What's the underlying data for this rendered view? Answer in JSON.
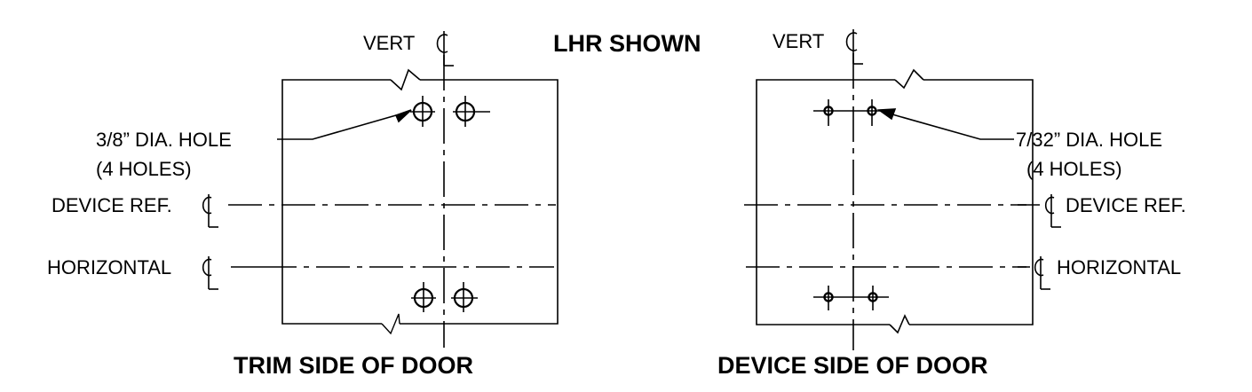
{
  "header": {
    "title": "LHR SHOWN"
  },
  "trim": {
    "vert_cl": "VERT",
    "hole_label_line1": "3/8” DIA. HOLE",
    "hole_label_line2": "(4 HOLES)",
    "device_ref_cl": "DEVICE REF.",
    "horizontal_cl": "HORIZONTAL",
    "caption": "TRIM SIDE OF DOOR"
  },
  "device": {
    "vert_cl": "VERT",
    "hole_label_line1": "7/32” DIA. HOLE",
    "hole_label_line2": "(4 HOLES)",
    "device_ref_cl": "DEVICE REF.",
    "horizontal_cl": "HORIZONTAL",
    "caption": "DEVICE SIDE OF DOOR"
  },
  "colors": {
    "ink": "#000000",
    "background": "#ffffff"
  }
}
